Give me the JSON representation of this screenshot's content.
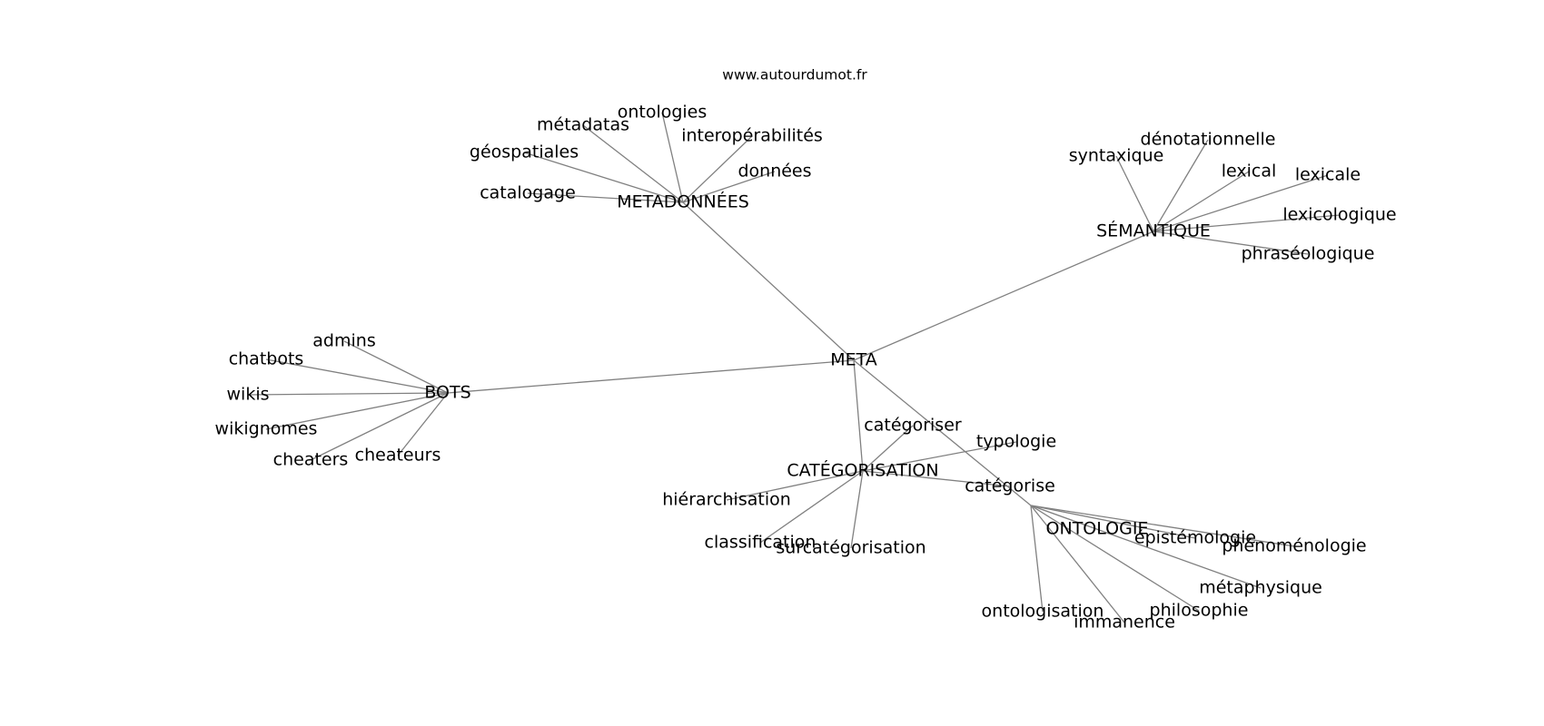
{
  "header": {
    "source_url": "www.autourdumot.fr"
  },
  "graph": {
    "root": "META",
    "groups": [
      {
        "hub": "METADONNÉES",
        "leaves": [
          "ontologies",
          "métadatas",
          "interopérabilités",
          "géospatiales",
          "données",
          "catalogage"
        ]
      },
      {
        "hub": "SÉMANTIQUE",
        "leaves": [
          "dénotationnelle",
          "syntaxique",
          "lexical",
          "lexicale",
          "lexicologique",
          "phraséologique"
        ]
      },
      {
        "hub": "BOTS",
        "leaves": [
          "admins",
          "chatbots",
          "wikis",
          "wikignomes",
          "cheaters",
          "cheateurs"
        ]
      },
      {
        "hub": "CATÉGORISATION",
        "leaves": [
          "catégoriser",
          "typologie",
          "catégorise",
          "hiérarchisation",
          "classification",
          "surcatégorisation"
        ]
      },
      {
        "hub": "ONTOLOGIE",
        "leaves": [
          "épistémologie",
          "phénoménologie",
          "métaphysique",
          "philosophie",
          "ontologisation",
          "immanence"
        ]
      }
    ]
  }
}
